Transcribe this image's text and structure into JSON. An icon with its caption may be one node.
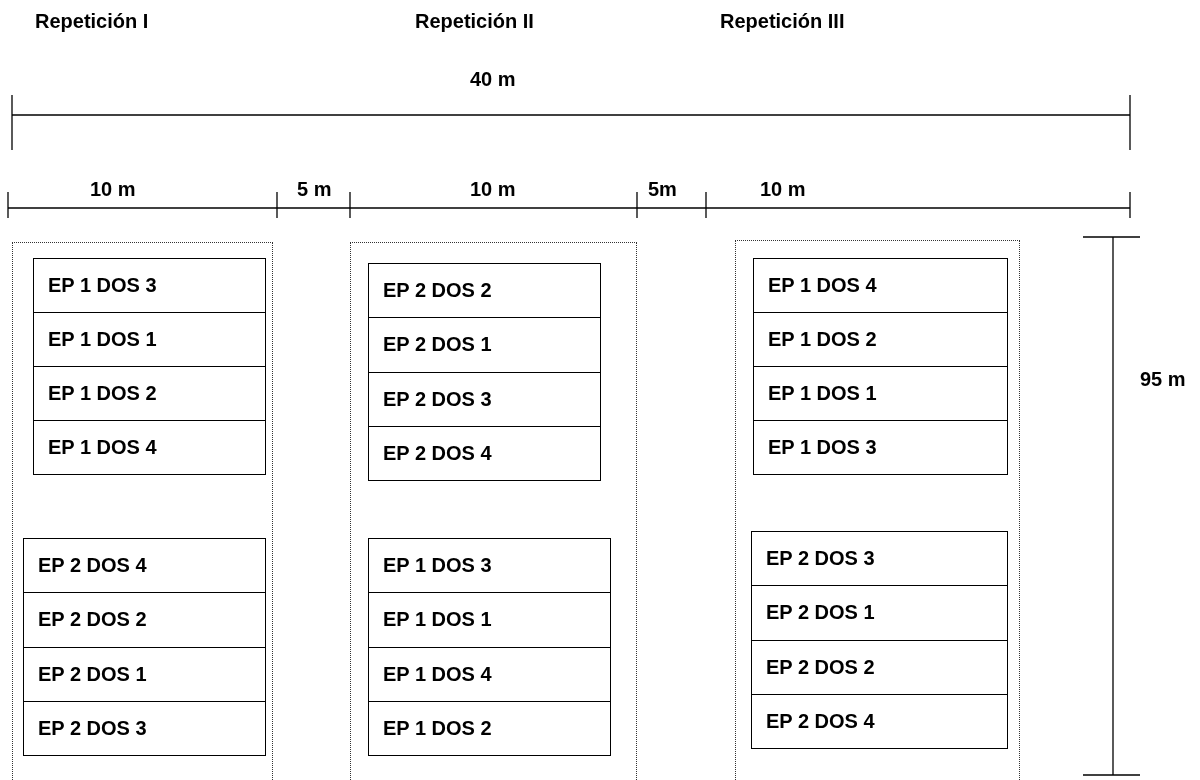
{
  "diagram": {
    "nodes": [
      {
        "text": [],
        "shape": "box"
      },
      {
        "text": [],
        "shape": "box",
        "in": 0
      },
      {
        "text": [
          "EP 1 DOS 3"
        ],
        "in": 1
      },
      {
        "text": [
          "EP 1 DOS 1"
        ],
        "in": 1
      },
      {
        "text": [
          "EP 1 DOS 2"
        ],
        "in": 1
      },
      {
        "text": [
          "EP 1 DOS 4"
        ],
        "in": 1
      },
      {
        "text": [],
        "shape": "box",
        "in": 0
      },
      {
        "text": [
          "EP 2 DOS 4"
        ],
        "in": 6
      },
      {
        "text": [
          "EP 2 DOS 2"
        ],
        "in": 6
      },
      {
        "text": [
          "EP 2 DOS 1"
        ],
        "in": 6
      },
      {
        "text": [
          "EP 2 DOS 3"
        ],
        "in": 6
      },
      {
        "text": [],
        "shape": "box"
      },
      {
        "text": [],
        "shape": "box",
        "in": 11
      },
      {
        "text": [
          "EP 2 DOS 2"
        ],
        "in": 12
      },
      {
        "text": [
          "EP 2 DOS 1"
        ],
        "in": 12
      },
      {
        "text": [
          "EP 2 DOS 3"
        ],
        "in": 12
      },
      {
        "text": [
          "EP 2 DOS 4"
        ],
        "in": 12
      },
      {
        "text": [],
        "shape": "box",
        "in": 11
      },
      {
        "text": [
          "EP 1 DOS 3"
        ],
        "in": 17
      },
      {
        "text": [
          "EP 1 DOS 1"
        ],
        "in": 17
      },
      {
        "text": [
          "EP 1 DOS 4"
        ],
        "in": 17
      },
      {
        "text": [
          "EP 1 DOS 2"
        ],
        "in": 17
      },
      {
        "text": [],
        "shape": "box"
      },
      {
        "text": [],
        "shape": "box",
        "in": 22
      },
      {
        "text": [
          "EP 1 DOS 4"
        ],
        "in": 23
      },
      {
        "text": [
          "EP 1 DOS 2"
        ],
        "in": 23
      },
      {
        "text": [
          "EP 1 DOS 1"
        ],
        "in": 23
      },
      {
        "text": [
          "EP 1 DOS 3"
        ],
        "in": 23
      },
      {
        "text": [],
        "shape": "box",
        "in": 22
      },
      {
        "text": [
          "EP 2 DOS 3"
        ],
        "in": 28
      },
      {
        "text": [
          "EP 2 DOS 1"
        ],
        "in": 28
      },
      {
        "text": [
          "EP 2 DOS 2"
        ],
        "in": 28
      },
      {
        "text": [
          "EP 2 DOS 4"
        ],
        "in": 28
      }
    ],
    "edges": [],
    "labels": [
      "Repetición I",
      "Repetición II",
      "Repetición III",
      "40 m",
      "10 m",
      "5 m",
      "10 m",
      "5m",
      "10 m",
      "95 m"
    ]
  }
}
